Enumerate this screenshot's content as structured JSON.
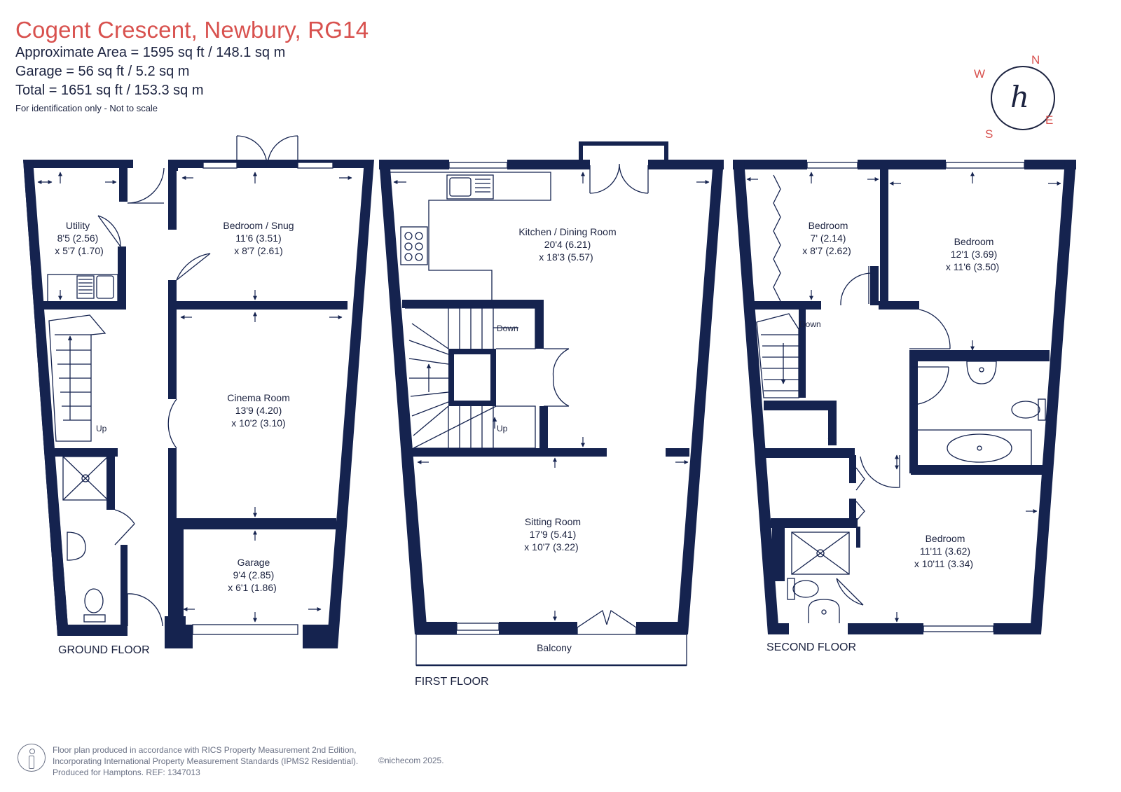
{
  "header": {
    "title": "Cogent Crescent, Newbury, RG14",
    "area": "Approximate Area = 1595 sq ft / 148.1 sq m",
    "garage": "Garage = 56 sq ft / 5.2 sq m",
    "total": "Total = 1651 sq ft / 153.3 sq m",
    "note": "For identification only - Not to scale"
  },
  "compass": {
    "n": "N",
    "e": "E",
    "s": "S",
    "w": "W",
    "logo": "h"
  },
  "floors": {
    "ground": "GROUND FLOOR",
    "first": "FIRST FLOOR",
    "second": "SECOND FLOOR"
  },
  "rooms": {
    "utility": {
      "name": "Utility",
      "d1": "8'5 (2.56)",
      "d2": "x 5'7 (1.70)"
    },
    "snug": {
      "name": "Bedroom / Snug",
      "d1": "11'6 (3.51)",
      "d2": "x 8'7 (2.61)"
    },
    "cinema": {
      "name": "Cinema Room",
      "d1": "13'9 (4.20)",
      "d2": "x 10'2 (3.10)"
    },
    "garage": {
      "name": "Garage",
      "d1": "9'4 (2.85)",
      "d2": "x 6'1 (1.86)"
    },
    "kitchen": {
      "name": "Kitchen / Dining Room",
      "d1": "20'4 (6.21)",
      "d2": "x 18'3 (5.57)"
    },
    "sitting": {
      "name": "Sitting Room",
      "d1": "17'9 (5.41)",
      "d2": "x 10'7 (3.22)"
    },
    "balcony": {
      "name": "Balcony"
    },
    "bed_small": {
      "name": "Bedroom",
      "d1": "7' (2.14)",
      "d2": "x 8'7 (2.62)"
    },
    "bed_main": {
      "name": "Bedroom",
      "d1": "12'1 (3.69)",
      "d2": "x 11'6 (3.50)"
    },
    "bed_front": {
      "name": "Bedroom",
      "d1": "11'11 (3.62)",
      "d2": "x 10'11 (3.34)"
    }
  },
  "stairs": {
    "up": "Up",
    "down": "Down"
  },
  "footer": {
    "line1": "Floor plan produced in accordance with RICS Property Measurement 2nd Edition,",
    "line2": "Incorporating International Property Measurement Standards (IPMS2 Residential).",
    "line3": "Produced for Hamptons.   REF: 1347013",
    "copyright": "©nichecom 2025."
  },
  "colors": {
    "wall": "#15234f",
    "accent": "#d8514e",
    "text": "#1c2340"
  }
}
